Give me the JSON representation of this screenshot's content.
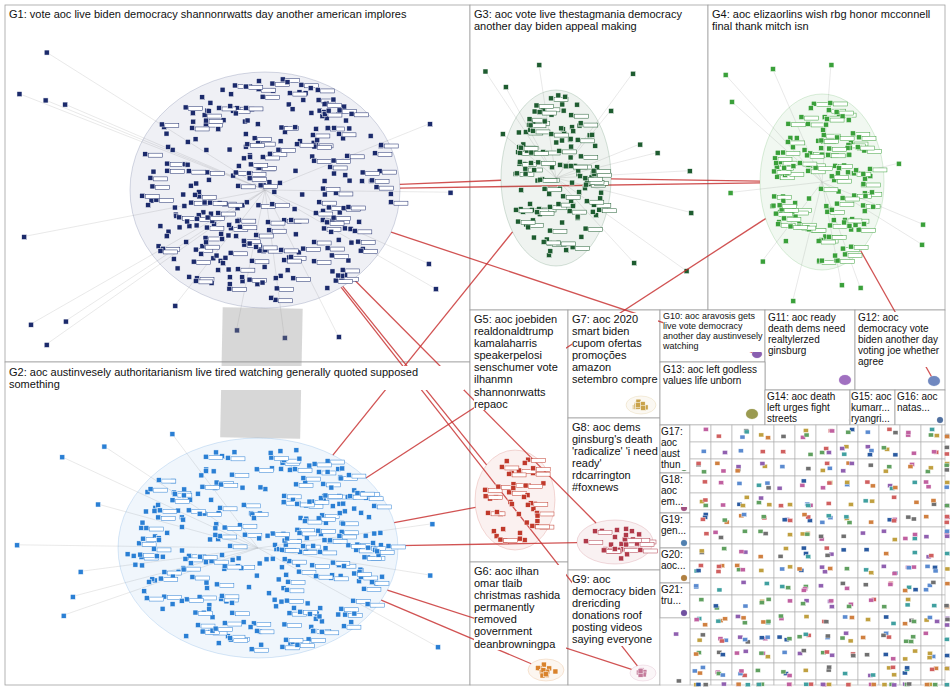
{
  "diagram": {
    "nodes": [
      {
        "text": [
          "G1: vote aoc live biden democracy shannonrwatts day another american implores"
        ]
      },
      {
        "text": [
          "G2: aoc austinvesely authoritarianism live tired watching generally quoted supposed something"
        ]
      },
      {
        "text": [
          "G3: aoc vote live thestagmania democracy another day biden appeal making"
        ]
      },
      {
        "text": [
          "G4: aoc elizaorlins wish rbg honor mcconnell final thank mitch isn"
        ]
      },
      {
        "text": [
          "G5: aoc joebiden realdonaldtrump kamalaharris speakerpelosi senschumer vote ilhanmn shannonrwatts repaoc"
        ]
      },
      {
        "text": [
          "G6: aoc ilhan omar tlaib christmas rashida permanently removed government deanbrowningpa"
        ]
      },
      {
        "text": [
          "G7: aoc 2020 smart biden cupom ofertas promoções amazon setembro compre"
        ]
      },
      {
        "text": [
          "G8: aoc dems ginsburg's death 'radicalize' 'i need ready' rdcarrington #foxnews"
        ]
      },
      {
        "text": [
          "G9: aoc democracy biden drericding donations roof posting videos saying everyone"
        ]
      },
      {
        "text": [
          "G10: aoc aravosis gets live vote democracy another day austinvesely watching"
        ]
      },
      {
        "text": [
          "G11: aoc ready death dems need realtylerzed ginsburg"
        ]
      },
      {
        "text": [
          "G12: aoc democracy vote biden another day voting joe whether agree"
        ]
      },
      {
        "text": [
          "G13: aoc left godless values life unborn"
        ]
      },
      {
        "text": [
          "G14: aoc death left urges fight streets"
        ]
      },
      {
        "text": [
          "G15: aoc kumarr... ryangri..."
        ]
      },
      {
        "text": [
          "G16: aoc natas..."
        ]
      },
      {
        "text": [
          "G17: aoc aust thun"
        ]
      },
      {
        "text": [
          "G18: aoc em..."
        ]
      },
      {
        "text": [
          "G19: gen..."
        ]
      },
      {
        "text": [
          "G20: aoc..."
        ]
      },
      {
        "text": [
          "G21: tru..."
        ]
      }
    ],
    "edges": [
      {
        "from": 0,
        "to": 1,
        "arrow": "none"
      },
      {
        "from": 0,
        "to": 2,
        "arrow": "none"
      },
      {
        "from": 0,
        "to": 3,
        "arrow": "none"
      },
      {
        "from": 2,
        "to": 3,
        "arrow": "none"
      },
      {
        "from": 1,
        "to": 2,
        "arrow": "none"
      },
      {
        "from": 1,
        "to": 3,
        "arrow": "none"
      },
      {
        "from": 0,
        "to": 4,
        "arrow": "none"
      },
      {
        "from": 1,
        "to": 4,
        "arrow": "none"
      },
      {
        "from": 0,
        "to": 7,
        "arrow": "none"
      },
      {
        "from": 1,
        "to": 7,
        "arrow": "none"
      },
      {
        "from": 1,
        "to": 5,
        "arrow": "none"
      },
      {
        "from": 0,
        "to": 8,
        "arrow": "none"
      },
      {
        "from": 0,
        "to": 9,
        "arrow": "none"
      },
      {
        "from": 3,
        "to": 11,
        "arrow": "none"
      },
      {
        "from": 1,
        "to": 8,
        "arrow": "none"
      }
    ]
  }
}
